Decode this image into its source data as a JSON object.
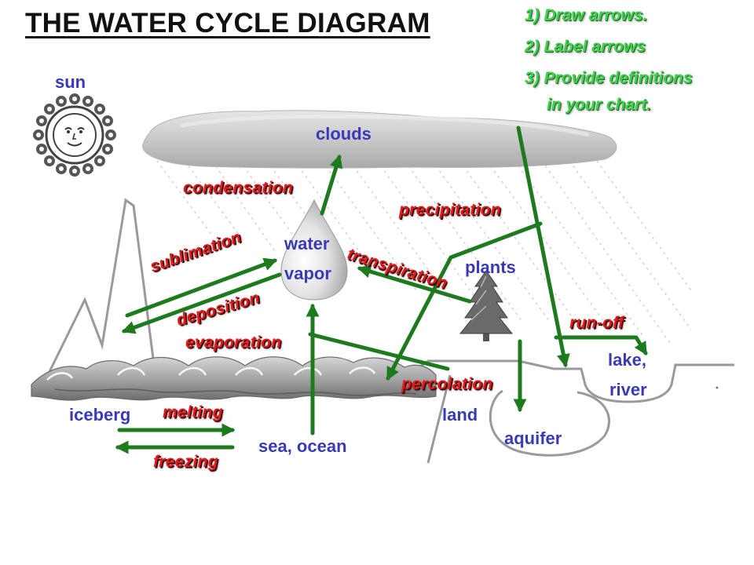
{
  "title": "THE WATER CYCLE DIAGRAM",
  "instructions": [
    "1) Draw arrows.",
    "2) Label arrows",
    "3) Provide definitions",
    "in your chart."
  ],
  "labels": {
    "sun": "sun",
    "clouds": "clouds",
    "water": "water",
    "vapor": "vapor",
    "plants": "plants",
    "lake": "lake,",
    "river": "river",
    "iceberg": "iceberg",
    "land": "land",
    "sea_ocean": "sea, ocean",
    "aquifer": "aquifer"
  },
  "processes": {
    "condensation": "condensation",
    "precipitation": "precipitation",
    "sublimation": "sublimation",
    "transpiration": "transpiration",
    "deposition": "deposition",
    "evaporation": "evaporation",
    "run_off": "run-off",
    "percolation": "percolation",
    "melting": "melting",
    "freezing": "freezing"
  },
  "colors": {
    "arrow": "#1e7a1e",
    "process_label": "#e01b1b",
    "place_label": "#3a3ab8",
    "instruction": "#3fd14a",
    "cloud": "#c4c4c4",
    "outline": "#9a9a9a"
  },
  "icons": [
    "sun-icon",
    "cloud-icon",
    "water-drop-icon",
    "tree-icon",
    "mountain-icon",
    "wave-icon"
  ]
}
